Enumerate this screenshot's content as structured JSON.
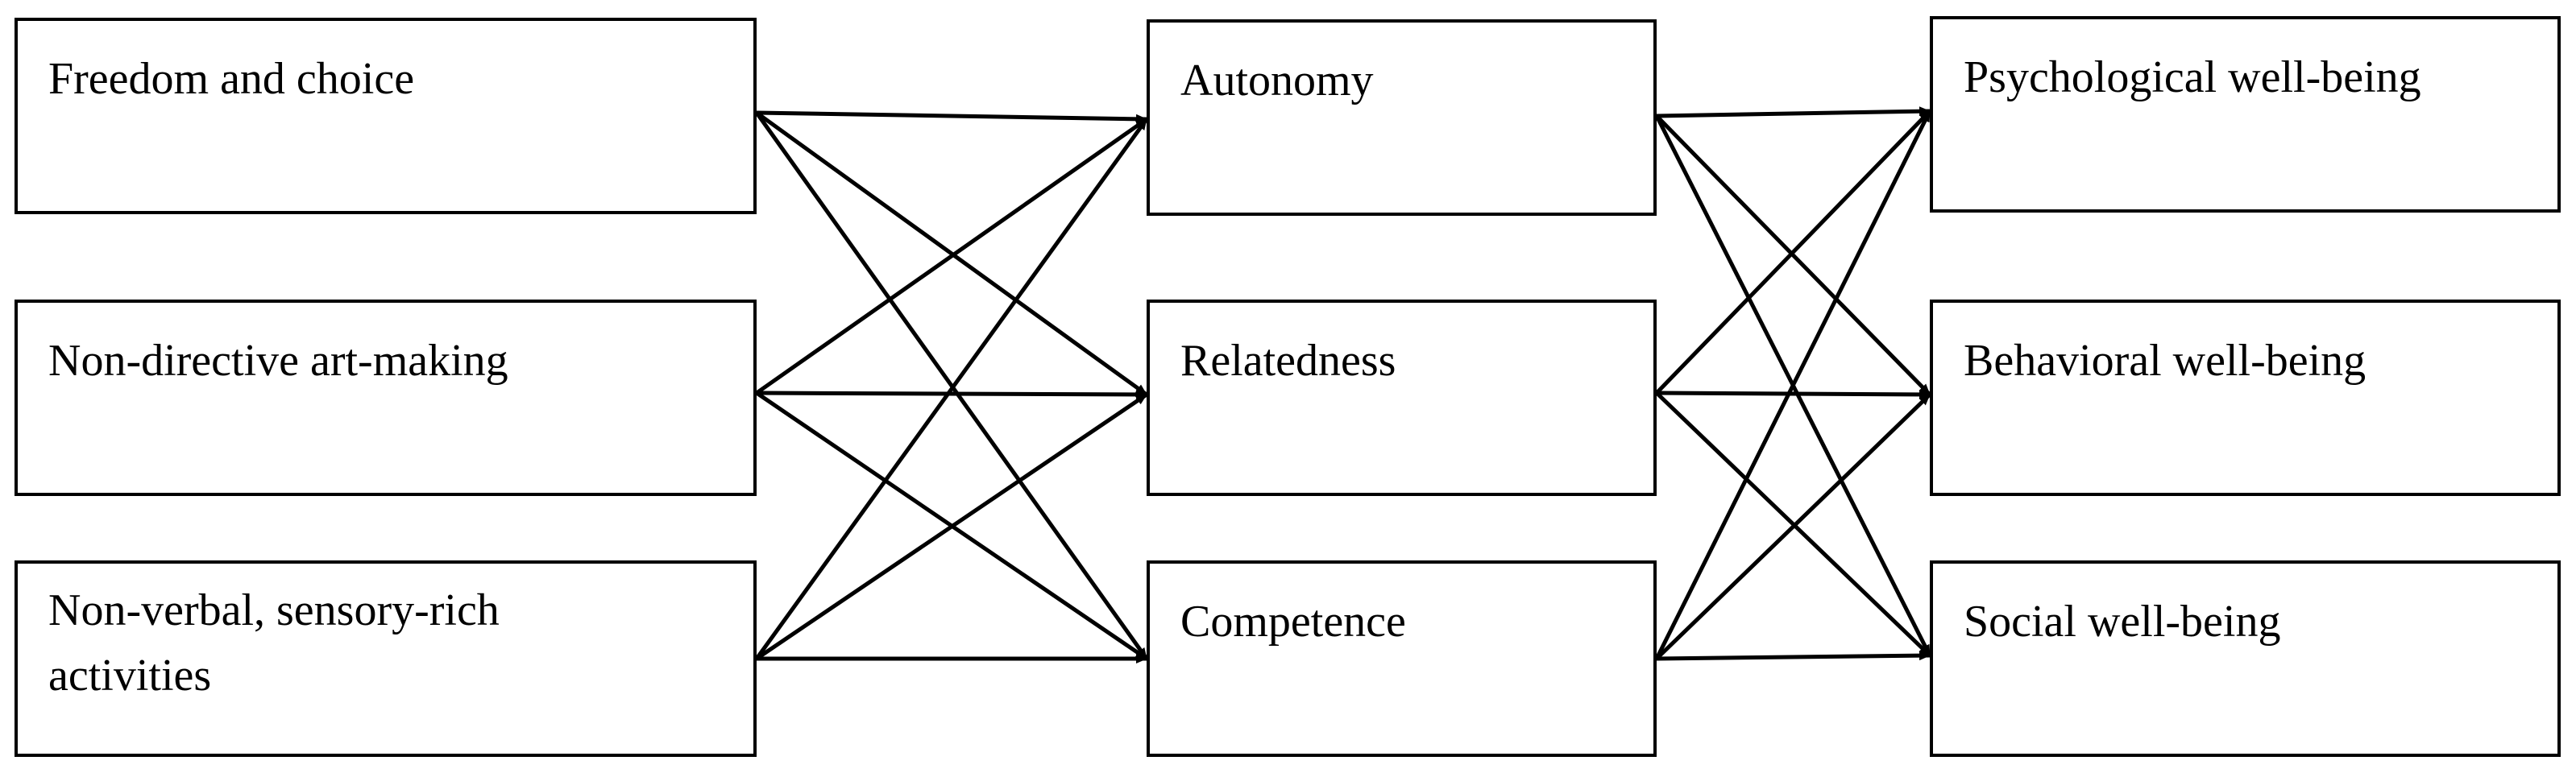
{
  "diagram": {
    "inputs": [
      {
        "label": "Freedom and choice"
      },
      {
        "label": "Non-directive art-making"
      },
      {
        "label": "Non-verbal, sensory-rich\nactivities"
      }
    ],
    "needs": [
      {
        "label": "Autonomy"
      },
      {
        "label": "Relatedness"
      },
      {
        "label": "Competence"
      }
    ],
    "outcomes": [
      {
        "label": "Psychological well-being"
      },
      {
        "label": "Behavioral well-being"
      },
      {
        "label": "Social well-being"
      }
    ],
    "connections": "each input connects to every need; each need connects to every outcome"
  }
}
